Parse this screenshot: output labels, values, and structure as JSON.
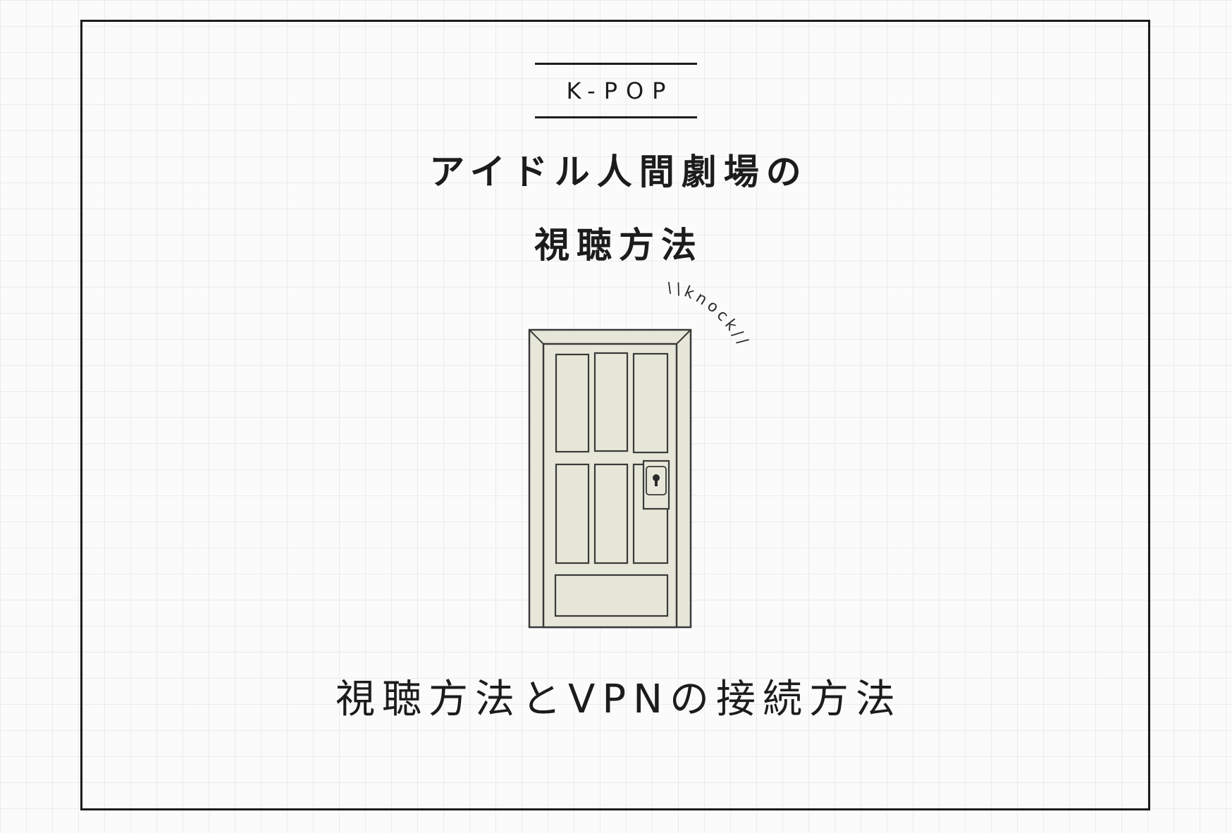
{
  "category": "K-POP",
  "title": {
    "line1": "アイドル人間劇場の",
    "line2": "視聴方法"
  },
  "knock_text": "\\\\knock//",
  "subtitle": "視聴方法とVPNの接続方法",
  "colors": {
    "background": "#fbfbfb",
    "grid": "#ebebeb",
    "frame": "#1c1c1c",
    "door_fill": "#e6e7d8",
    "door_line": "#3a3a3a"
  },
  "icons": [
    "door-icon",
    "keyhole-icon"
  ]
}
